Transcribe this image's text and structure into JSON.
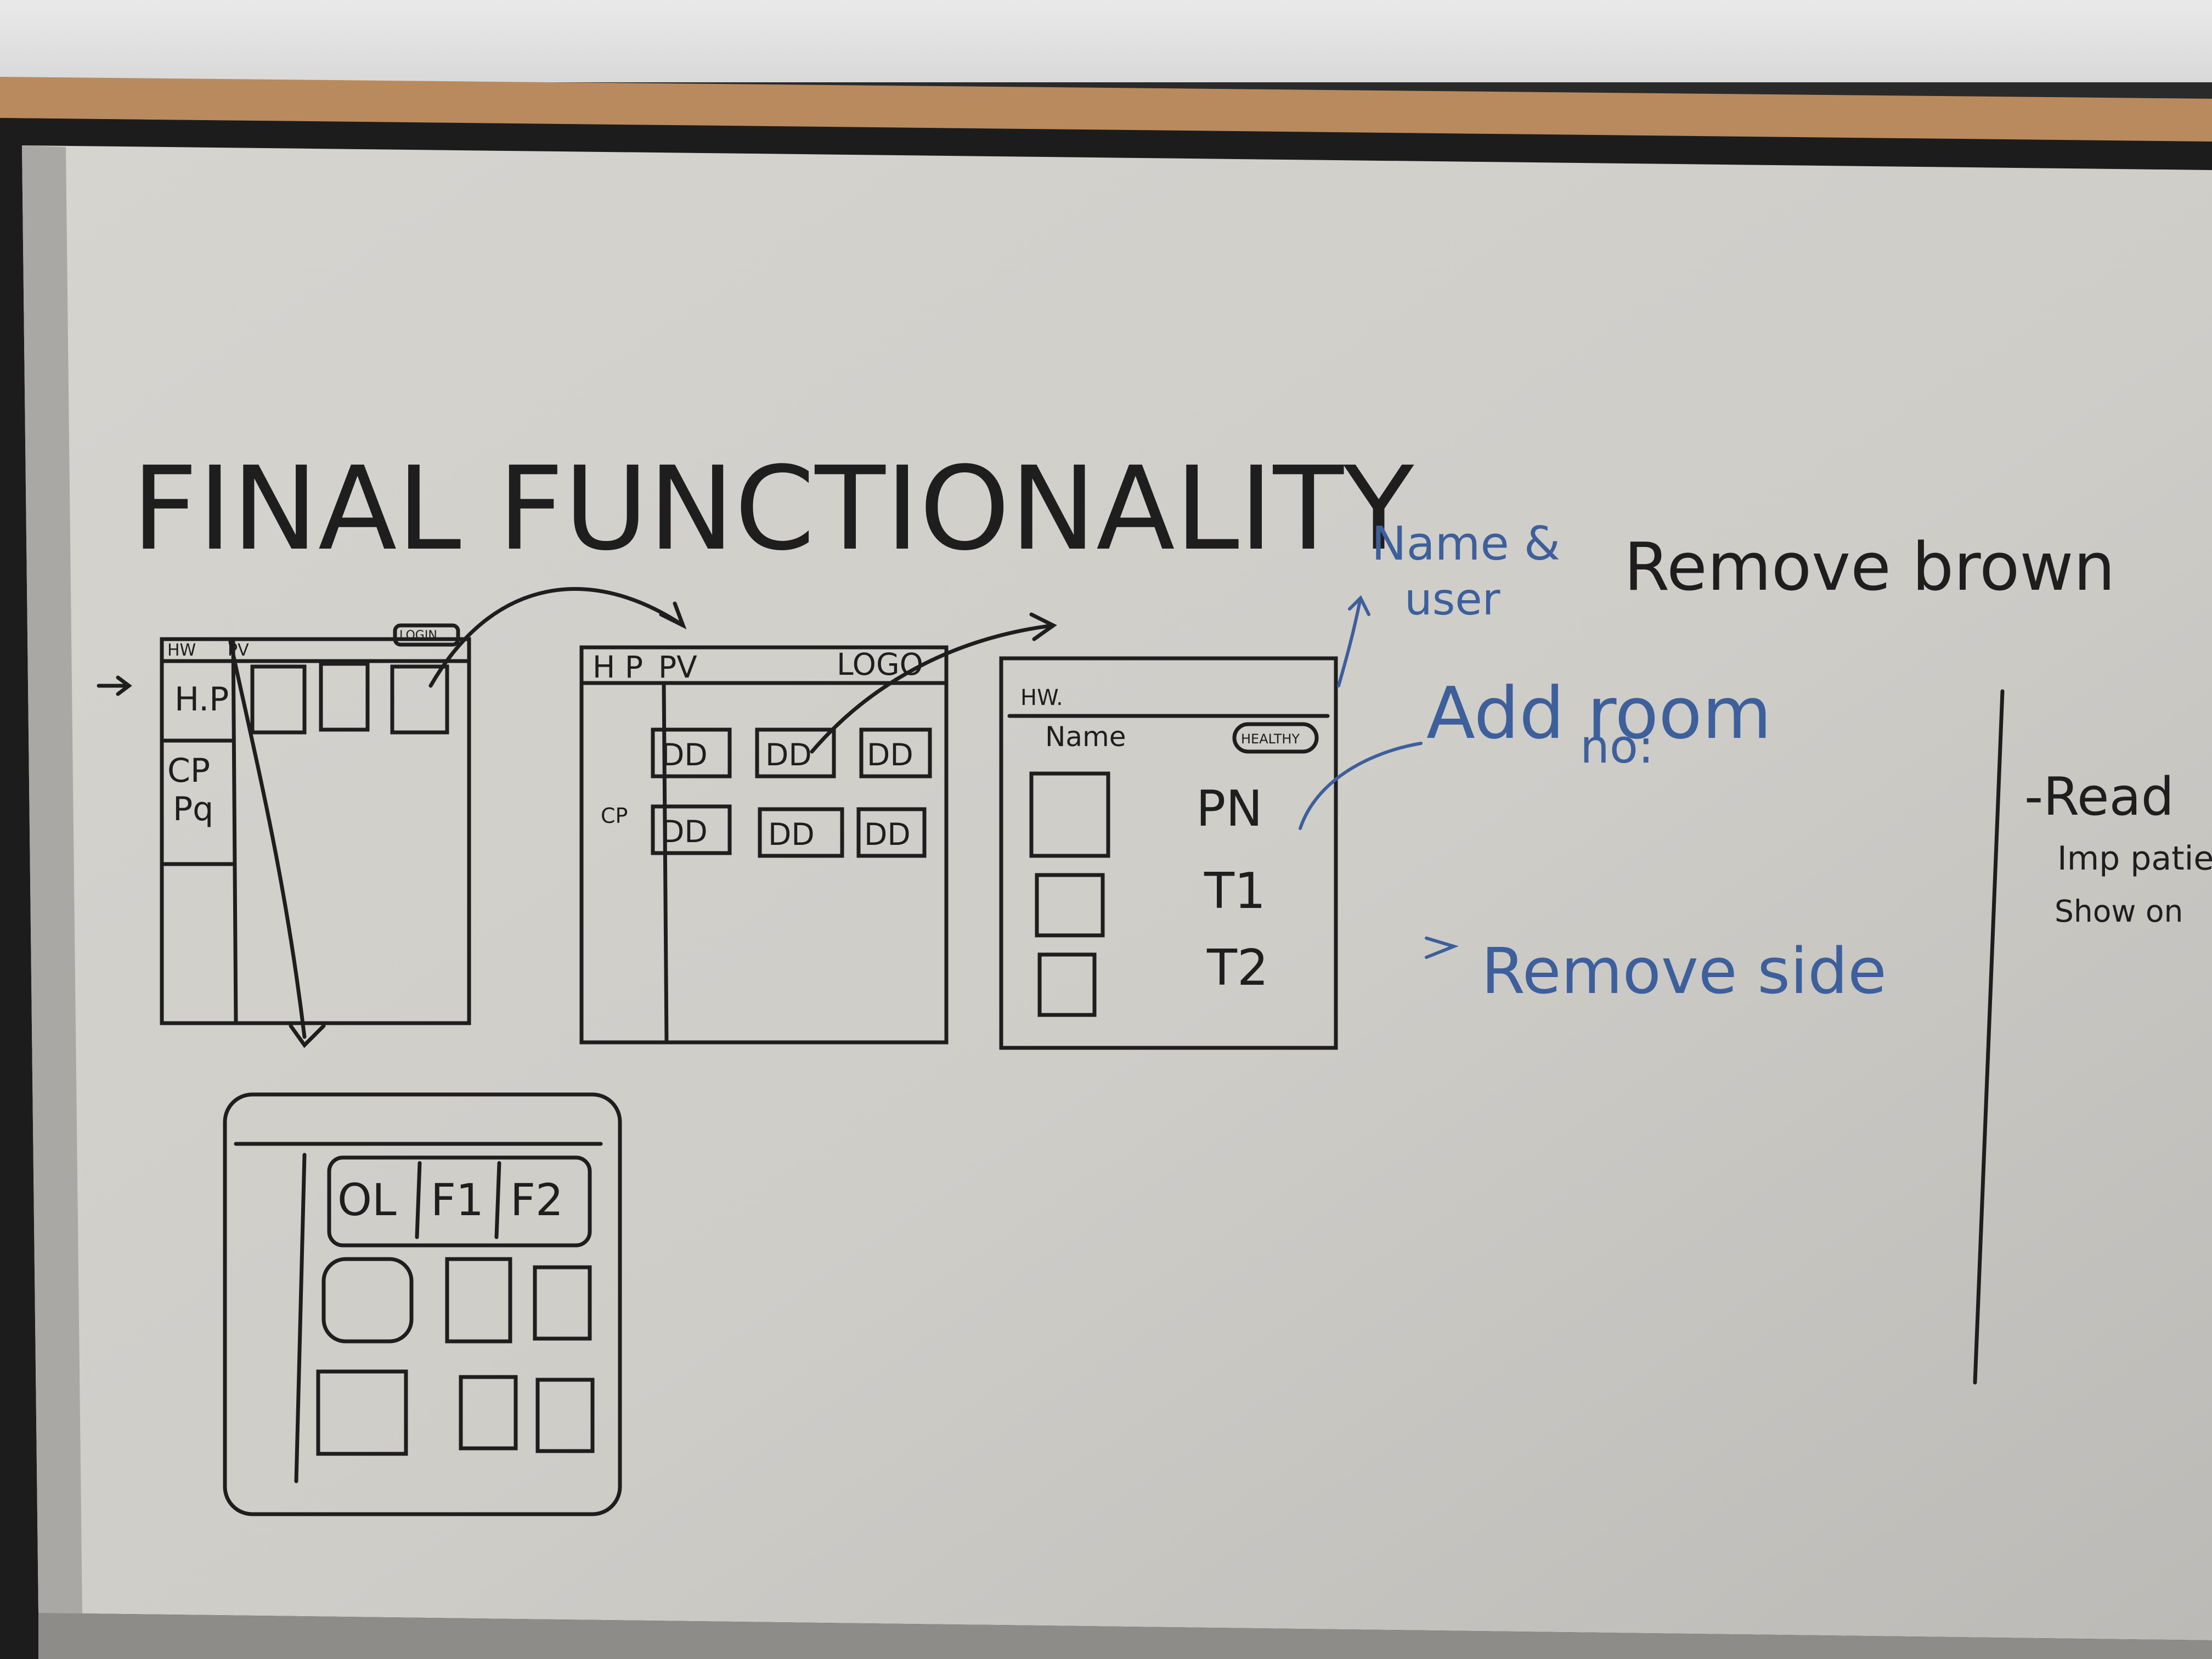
{
  "heading": "FINAL FUNCTIONALITY",
  "sketch1": {
    "tab_hw": "HW",
    "tab_pv": "PV",
    "login": "LOGIN",
    "side_hp": "H.P",
    "side_cp": "CP",
    "side_pq": "Pq"
  },
  "sketch2": {
    "nav_hp": "H P",
    "nav_pv": "PV",
    "logout": "LOGO",
    "side_cp": "CP",
    "card_label": "DD"
  },
  "sketch3": {
    "header": "HW.",
    "name": "Name",
    "status": "HEALTHY",
    "pn": "PN",
    "t1": "T1",
    "t2": "T2"
  },
  "sketch4": {
    "tab_ol": "OL",
    "tab_f1": "F1",
    "tab_f2": "F2"
  },
  "notes": {
    "name_user": "Name &",
    "name_user_2": "user",
    "remove_brown": "Remove brown",
    "add_room": "Add room",
    "add_room_2": "no:",
    "remove_side": "Remove side",
    "read": "-Read",
    "read_2": "Imp patie",
    "read_3": "Show on"
  },
  "colors": {
    "board": "#d3d1cc",
    "marker_black": "#1e1e1e",
    "marker_blue": "#3d5f9c",
    "cork": "#b98a5e",
    "frame": "#1a1a1a"
  }
}
